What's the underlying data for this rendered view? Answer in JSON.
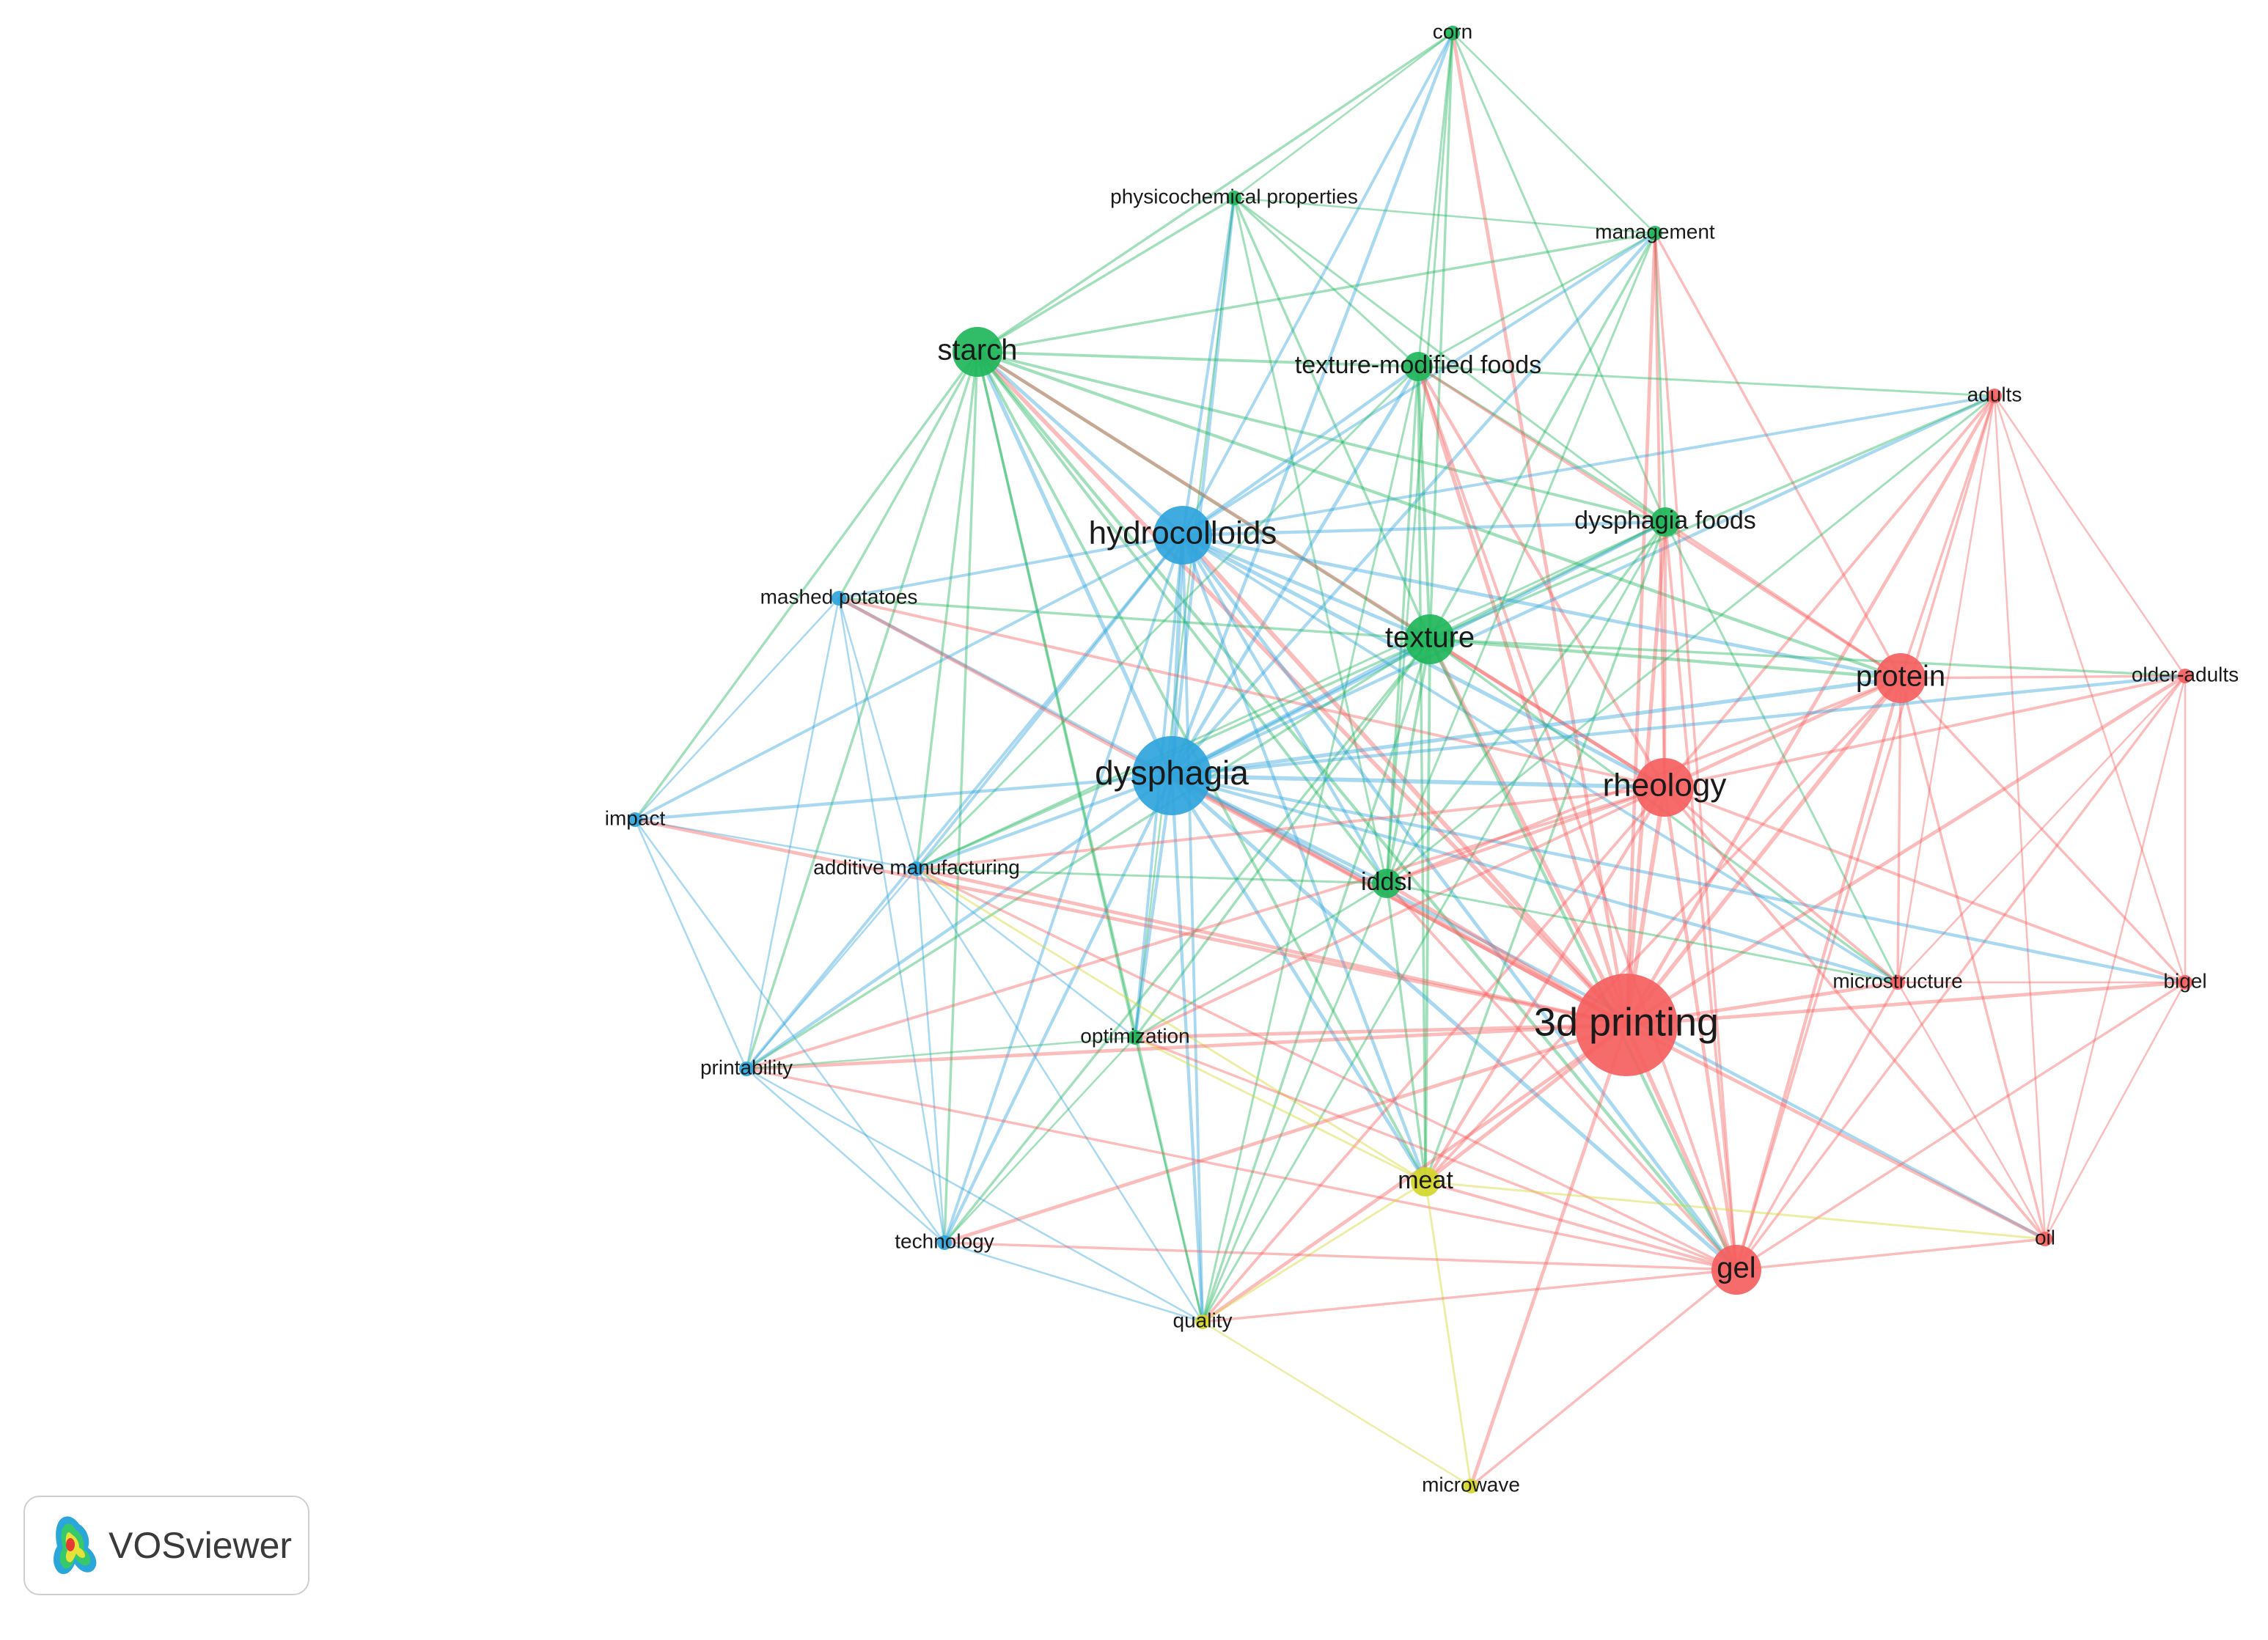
{
  "colors": {
    "red": "#f5605f",
    "green": "#1fb65a",
    "blue": "#2fa4dc",
    "yellow": "#d4d62a"
  },
  "nodes": [
    {
      "id": "corn",
      "label": "corn",
      "cluster": "green",
      "weight": 1
    },
    {
      "id": "physicochemical-properties",
      "label": "physicochemical properties",
      "cluster": "green",
      "weight": 1
    },
    {
      "id": "management",
      "label": "management",
      "cluster": "green",
      "weight": 1
    },
    {
      "id": "starch",
      "label": "starch",
      "cluster": "green",
      "weight": 3
    },
    {
      "id": "texture-modified-foods",
      "label": "texture-modified foods",
      "cluster": "green",
      "weight": 2
    },
    {
      "id": "adults",
      "label": "adults",
      "cluster": "red",
      "weight": 1
    },
    {
      "id": "hydrocolloids",
      "label": "hydrocolloids",
      "cluster": "blue",
      "weight": 4
    },
    {
      "id": "dysphagia-foods",
      "label": "dysphagia foods",
      "cluster": "green",
      "weight": 2
    },
    {
      "id": "mashed-potatoes",
      "label": "mashed potatoes",
      "cluster": "blue",
      "weight": 1
    },
    {
      "id": "texture",
      "label": "texture",
      "cluster": "green",
      "weight": 3
    },
    {
      "id": "protein",
      "label": "protein",
      "cluster": "red",
      "weight": 3
    },
    {
      "id": "older-adults",
      "label": "older-adults",
      "cluster": "red",
      "weight": 1
    },
    {
      "id": "dysphagia",
      "label": "dysphagia",
      "cluster": "blue",
      "weight": 5
    },
    {
      "id": "rheology",
      "label": "rheology",
      "cluster": "red",
      "weight": 4
    },
    {
      "id": "impact",
      "label": "impact",
      "cluster": "blue",
      "weight": 1
    },
    {
      "id": "additive-manufacturing",
      "label": "additive manufacturing",
      "cluster": "blue",
      "weight": 1
    },
    {
      "id": "iddsi",
      "label": "iddsi",
      "cluster": "green",
      "weight": 2
    },
    {
      "id": "microstructure",
      "label": "microstructure",
      "cluster": "red",
      "weight": 1
    },
    {
      "id": "bigel",
      "label": "bigel",
      "cluster": "red",
      "weight": 1
    },
    {
      "id": "3d-printing",
      "label": "3d printing",
      "cluster": "red",
      "weight": 6
    },
    {
      "id": "optimization",
      "label": "optimization",
      "cluster": "green",
      "weight": 1
    },
    {
      "id": "printability",
      "label": "printability",
      "cluster": "blue",
      "weight": 1
    },
    {
      "id": "meat",
      "label": "meat",
      "cluster": "yellow",
      "weight": 2
    },
    {
      "id": "technology",
      "label": "technology",
      "cluster": "blue",
      "weight": 1
    },
    {
      "id": "oil",
      "label": "oil",
      "cluster": "red",
      "weight": 1
    },
    {
      "id": "gel",
      "label": "gel",
      "cluster": "red",
      "weight": 3
    },
    {
      "id": "quality",
      "label": "quality",
      "cluster": "yellow",
      "weight": 1
    },
    {
      "id": "microwave",
      "label": "microwave",
      "cluster": "yellow",
      "weight": 1
    }
  ],
  "links": [
    [
      "corn",
      "physicochemical-properties"
    ],
    [
      "corn",
      "management"
    ],
    [
      "corn",
      "starch"
    ],
    [
      "corn",
      "texture-modified-foods"
    ],
    [
      "corn",
      "texture"
    ],
    [
      "corn",
      "hydrocolloids"
    ],
    [
      "corn",
      "dysphagia-foods"
    ],
    [
      "corn",
      "iddsi"
    ],
    [
      "corn",
      "dysphagia"
    ],
    [
      "corn",
      "3d-printing"
    ],
    [
      "physicochemical-properties",
      "starch"
    ],
    [
      "physicochemical-properties",
      "management"
    ],
    [
      "physicochemical-properties",
      "texture-modified-foods"
    ],
    [
      "physicochemical-properties",
      "texture"
    ],
    [
      "physicochemical-properties",
      "dysphagia-foods"
    ],
    [
      "physicochemical-properties",
      "hydrocolloids"
    ],
    [
      "physicochemical-properties",
      "dysphagia"
    ],
    [
      "physicochemical-properties",
      "iddsi"
    ],
    [
      "physicochemical-properties",
      "optimization"
    ],
    [
      "management",
      "starch"
    ],
    [
      "management",
      "texture-modified-foods"
    ],
    [
      "management",
      "texture"
    ],
    [
      "management",
      "dysphagia-foods"
    ],
    [
      "management",
      "dysphagia"
    ],
    [
      "management",
      "hydrocolloids"
    ],
    [
      "management",
      "iddsi"
    ],
    [
      "management",
      "rheology"
    ],
    [
      "management",
      "3d-printing"
    ],
    [
      "management",
      "protein"
    ],
    [
      "management",
      "gel"
    ],
    [
      "starch",
      "texture-modified-foods"
    ],
    [
      "starch",
      "hydrocolloids"
    ],
    [
      "starch",
      "texture"
    ],
    [
      "starch",
      "dysphagia"
    ],
    [
      "starch",
      "dysphagia-foods"
    ],
    [
      "starch",
      "iddsi"
    ],
    [
      "starch",
      "protein"
    ],
    [
      "starch",
      "rheology"
    ],
    [
      "starch",
      "3d-printing"
    ],
    [
      "starch",
      "additive-manufacturing"
    ],
    [
      "starch",
      "mashed-potatoes"
    ],
    [
      "starch",
      "optimization"
    ],
    [
      "starch",
      "printability"
    ],
    [
      "starch",
      "gel"
    ],
    [
      "starch",
      "meat"
    ],
    [
      "starch",
      "quality"
    ],
    [
      "starch",
      "technology"
    ],
    [
      "starch",
      "impact"
    ],
    [
      "texture-modified-foods",
      "hydrocolloids"
    ],
    [
      "texture-modified-foods",
      "texture"
    ],
    [
      "texture-modified-foods",
      "dysphagia"
    ],
    [
      "texture-modified-foods",
      "dysphagia-foods"
    ],
    [
      "texture-modified-foods",
      "iddsi"
    ],
    [
      "texture-modified-foods",
      "rheology"
    ],
    [
      "texture-modified-foods",
      "3d-printing"
    ],
    [
      "texture-modified-foods",
      "adults"
    ],
    [
      "texture-modified-foods",
      "protein"
    ],
    [
      "texture-modified-foods",
      "gel"
    ],
    [
      "texture-modified-foods",
      "meat"
    ],
    [
      "texture-modified-foods",
      "quality"
    ],
    [
      "texture-modified-foods",
      "additive-manufacturing"
    ],
    [
      "adults",
      "protein"
    ],
    [
      "adults",
      "older-adults"
    ],
    [
      "adults",
      "rheology"
    ],
    [
      "adults",
      "3d-printing"
    ],
    [
      "adults",
      "gel"
    ],
    [
      "adults",
      "dysphagia"
    ],
    [
      "adults",
      "hydrocolloids"
    ],
    [
      "adults",
      "texture"
    ],
    [
      "adults",
      "microstructure"
    ],
    [
      "adults",
      "iddsi"
    ],
    [
      "adults",
      "bigel"
    ],
    [
      "adults",
      "oil"
    ],
    [
      "hydrocolloids",
      "dysphagia"
    ],
    [
      "hydrocolloids",
      "texture"
    ],
    [
      "hydrocolloids",
      "dysphagia-foods"
    ],
    [
      "hydrocolloids",
      "mashed-potatoes"
    ],
    [
      "hydrocolloids",
      "rheology"
    ],
    [
      "hydrocolloids",
      "3d-printing"
    ],
    [
      "hydrocolloids",
      "protein"
    ],
    [
      "hydrocolloids",
      "additive-manufacturing"
    ],
    [
      "hydrocolloids",
      "printability"
    ],
    [
      "hydrocolloids",
      "iddsi"
    ],
    [
      "hydrocolloids",
      "optimization"
    ],
    [
      "hydrocolloids",
      "gel"
    ],
    [
      "hydrocolloids",
      "technology"
    ],
    [
      "hydrocolloids",
      "impact"
    ],
    [
      "hydrocolloids",
      "quality"
    ],
    [
      "hydrocolloids",
      "meat"
    ],
    [
      "hydrocolloids",
      "microstructure"
    ],
    [
      "dysphagia-foods",
      "texture"
    ],
    [
      "dysphagia-foods",
      "dysphagia"
    ],
    [
      "dysphagia-foods",
      "rheology"
    ],
    [
      "dysphagia-foods",
      "3d-printing"
    ],
    [
      "dysphagia-foods",
      "protein"
    ],
    [
      "dysphagia-foods",
      "iddsi"
    ],
    [
      "dysphagia-foods",
      "gel"
    ],
    [
      "dysphagia-foods",
      "additive-manufacturing"
    ],
    [
      "dysphagia-foods",
      "microstructure"
    ],
    [
      "dysphagia-foods",
      "meat"
    ],
    [
      "dysphagia-foods",
      "quality"
    ],
    [
      "mashed-potatoes",
      "dysphagia"
    ],
    [
      "mashed-potatoes",
      "additive-manufacturing"
    ],
    [
      "mashed-potatoes",
      "printability"
    ],
    [
      "mashed-potatoes",
      "impact"
    ],
    [
      "mashed-potatoes",
      "3d-printing"
    ],
    [
      "mashed-potatoes",
      "texture"
    ],
    [
      "mashed-potatoes",
      "technology"
    ],
    [
      "mashed-potatoes",
      "rheology"
    ],
    [
      "texture",
      "dysphagia"
    ],
    [
      "texture",
      "protein"
    ],
    [
      "texture",
      "rheology"
    ],
    [
      "texture",
      "3d-printing"
    ],
    [
      "texture",
      "iddsi"
    ],
    [
      "texture",
      "gel"
    ],
    [
      "texture",
      "optimization"
    ],
    [
      "texture",
      "meat"
    ],
    [
      "texture",
      "quality"
    ],
    [
      "texture",
      "additive-manufacturing"
    ],
    [
      "texture",
      "microstructure"
    ],
    [
      "texture",
      "older-adults"
    ],
    [
      "texture",
      "printability"
    ],
    [
      "texture",
      "technology"
    ],
    [
      "protein",
      "rheology"
    ],
    [
      "protein",
      "3d-printing"
    ],
    [
      "protein",
      "gel"
    ],
    [
      "protein",
      "older-adults"
    ],
    [
      "protein",
      "microstructure"
    ],
    [
      "protein",
      "bigel"
    ],
    [
      "protein",
      "oil"
    ],
    [
      "protein",
      "dysphagia"
    ],
    [
      "protein",
      "iddsi"
    ],
    [
      "protein",
      "meat"
    ],
    [
      "older-adults",
      "rheology"
    ],
    [
      "older-adults",
      "3d-printing"
    ],
    [
      "older-adults",
      "gel"
    ],
    [
      "older-adults",
      "bigel"
    ],
    [
      "older-adults",
      "oil"
    ],
    [
      "older-adults",
      "microstructure"
    ],
    [
      "older-adults",
      "dysphagia"
    ],
    [
      "dysphagia",
      "rheology"
    ],
    [
      "dysphagia",
      "3d-printing"
    ],
    [
      "dysphagia",
      "iddsi"
    ],
    [
      "dysphagia",
      "gel"
    ],
    [
      "dysphagia",
      "additive-manufacturing"
    ],
    [
      "dysphagia",
      "printability"
    ],
    [
      "dysphagia",
      "impact"
    ],
    [
      "dysphagia",
      "optimization"
    ],
    [
      "dysphagia",
      "meat"
    ],
    [
      "dysphagia",
      "quality"
    ],
    [
      "dysphagia",
      "technology"
    ],
    [
      "dysphagia",
      "microstructure"
    ],
    [
      "dysphagia",
      "oil"
    ],
    [
      "dysphagia",
      "bigel"
    ],
    [
      "rheology",
      "3d-printing"
    ],
    [
      "rheology",
      "gel"
    ],
    [
      "rheology",
      "iddsi"
    ],
    [
      "rheology",
      "microstructure"
    ],
    [
      "rheology",
      "bigel"
    ],
    [
      "rheology",
      "oil"
    ],
    [
      "rheology",
      "meat"
    ],
    [
      "rheology",
      "quality"
    ],
    [
      "rheology",
      "optimization"
    ],
    [
      "rheology",
      "printability"
    ],
    [
      "rheology",
      "additive-manufacturing"
    ],
    [
      "impact",
      "additive-manufacturing"
    ],
    [
      "impact",
      "printability"
    ],
    [
      "impact",
      "technology"
    ],
    [
      "impact",
      "3d-printing"
    ],
    [
      "additive-manufacturing",
      "printability"
    ],
    [
      "additive-manufacturing",
      "technology"
    ],
    [
      "additive-manufacturing",
      "3d-printing"
    ],
    [
      "additive-manufacturing",
      "gel"
    ],
    [
      "additive-manufacturing",
      "quality"
    ],
    [
      "additive-manufacturing",
      "optimization"
    ],
    [
      "additive-manufacturing",
      "iddsi"
    ],
    [
      "additive-manufacturing",
      "meat"
    ],
    [
      "iddsi",
      "3d-printing"
    ],
    [
      "iddsi",
      "gel"
    ],
    [
      "iddsi",
      "meat"
    ],
    [
      "iddsi",
      "quality"
    ],
    [
      "iddsi",
      "optimization"
    ],
    [
      "iddsi",
      "microstructure"
    ],
    [
      "microstructure",
      "3d-printing"
    ],
    [
      "microstructure",
      "gel"
    ],
    [
      "microstructure",
      "bigel"
    ],
    [
      "microstructure",
      "oil"
    ],
    [
      "bigel",
      "3d-printing"
    ],
    [
      "bigel",
      "gel"
    ],
    [
      "bigel",
      "oil"
    ],
    [
      "3d-printing",
      "gel"
    ],
    [
      "3d-printing",
      "meat"
    ],
    [
      "3d-printing",
      "quality"
    ],
    [
      "3d-printing",
      "optimization"
    ],
    [
      "3d-printing",
      "printability"
    ],
    [
      "3d-printing",
      "technology"
    ],
    [
      "3d-printing",
      "oil"
    ],
    [
      "3d-printing",
      "microwave"
    ],
    [
      "optimization",
      "printability"
    ],
    [
      "optimization",
      "quality"
    ],
    [
      "optimization",
      "meat"
    ],
    [
      "optimization",
      "technology"
    ],
    [
      "optimization",
      "gel"
    ],
    [
      "printability",
      "technology"
    ],
    [
      "printability",
      "gel"
    ],
    [
      "printability",
      "quality"
    ],
    [
      "meat",
      "quality"
    ],
    [
      "meat",
      "gel"
    ],
    [
      "meat",
      "microwave"
    ],
    [
      "meat",
      "oil"
    ],
    [
      "technology",
      "gel"
    ],
    [
      "technology",
      "quality"
    ],
    [
      "oil",
      "gel"
    ],
    [
      "gel",
      "quality"
    ],
    [
      "gel",
      "microwave"
    ],
    [
      "quality",
      "microwave"
    ]
  ],
  "logo": {
    "text": "VOSviewer",
    "icon": "vosviewer-heatmap-icon"
  }
}
